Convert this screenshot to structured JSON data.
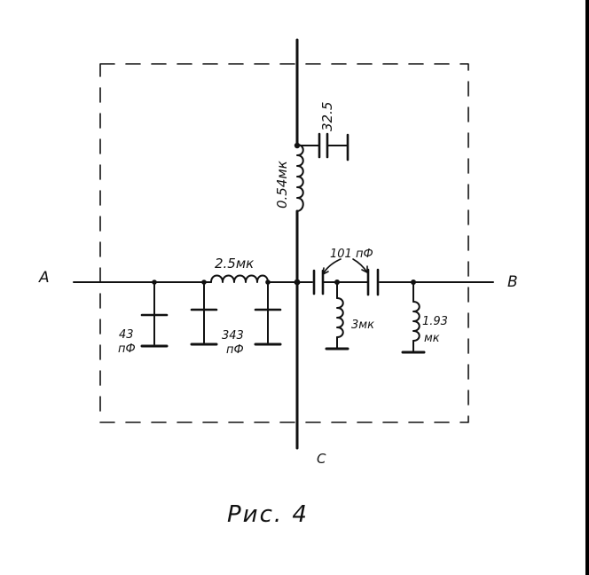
{
  "figure": {
    "caption": "Рис. 4"
  },
  "ports": {
    "a": "A",
    "b": "B",
    "c": "C"
  },
  "components": {
    "cap_top": "32.5",
    "ind_top": "0.54мк",
    "ind_left_series": "2.5мк",
    "cap_left_1_value": "43",
    "cap_left_1_unit": "пФ",
    "cap_left_2_value": "343",
    "cap_left_2_unit": "пФ",
    "cap_right_pair": "101 пФ",
    "ind_right_1": "3мк",
    "ind_right_2_value": "1.93",
    "ind_right_2_unit": "мк"
  }
}
